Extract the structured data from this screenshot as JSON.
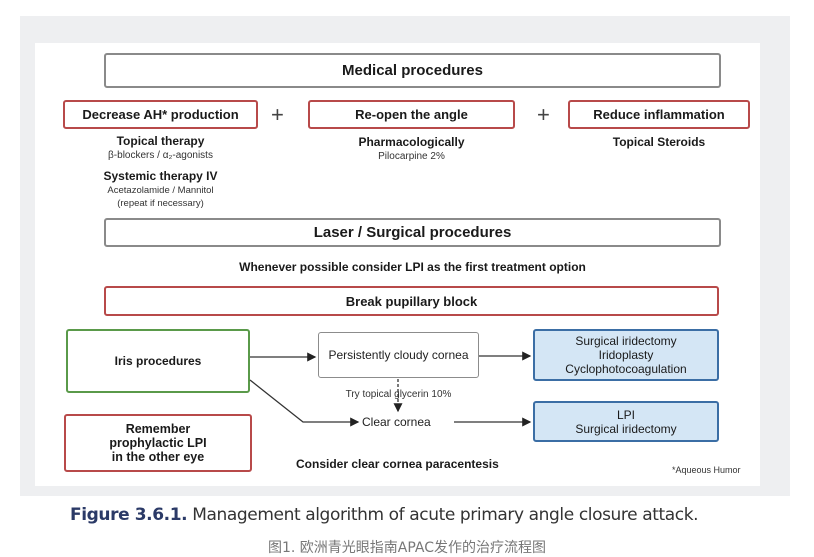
{
  "diagram": {
    "medical_procedures": "Medical procedures",
    "decrease_ah": "Decrease AH* production",
    "reopen_angle": "Re-open the angle",
    "reduce_inflammation": "Reduce inflammation",
    "plus_symbol": "+",
    "topical_therapy": "Topical therapy",
    "topical_therapy_drugs": "β-blockers / α₂-agonists",
    "systemic_therapy": "Systemic therapy IV",
    "systemic_therapy_drugs": "Acetazolamide / Mannitol",
    "systemic_therapy_note": "(repeat if necessary)",
    "pharmacologically": "Pharmacologically",
    "pilocarpine": "Pilocarpine 2%",
    "topical_steroids": "Topical Steroids",
    "laser_surgical": "Laser / Surgical procedures",
    "lpi_first": "Whenever possible consider LPI as the first treatment option",
    "break_pupillary_block": "Break pupillary block",
    "iris_procedures": "Iris procedures",
    "persistently_cloudy": "Persistently cloudy cornea",
    "try_glycerin": "Try topical glycerin 10%",
    "clear_cornea": "Clear cornea",
    "cloudy_outcome": [
      "Surgical iridectomy",
      "Iridoplasty",
      "Cyclophotocoagulation"
    ],
    "clear_outcome": [
      "LPI",
      "Surgical iridectomy"
    ],
    "remember_lpi": [
      "Remember",
      "prophylactic LPI",
      "in the other eye"
    ],
    "paracentesis": "Consider clear cornea paracentesis",
    "footnote": "*Aqueous Humor"
  },
  "caption": {
    "figure_label": "Figure 3.6.1.",
    "figure_text": " Management algorithm of acute primary angle closure attack.",
    "chinese": "图1. 欧洲青光眼指南APAC发作的治疗流程图"
  },
  "colors": {
    "red_border": "#b84a4a",
    "green_border": "#5a9a4a",
    "blue_border": "#3b6ea5",
    "blue_fill": "#d4e6f5",
    "gray_border": "#8a8a8a",
    "figure_label": "#2b3a67"
  }
}
